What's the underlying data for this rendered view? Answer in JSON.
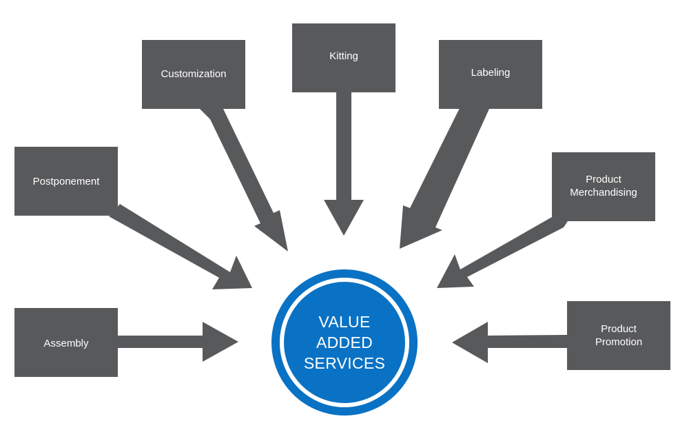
{
  "colors": {
    "box": "#58595b",
    "arrow": "#58595b",
    "center_fill": "#0a72c4",
    "center_ring": "#0a72c4",
    "text": "#ffffff"
  },
  "center": {
    "label": "VALUE\nADDED\nSERVICES"
  },
  "services": [
    {
      "id": "customization",
      "label": "Customization"
    },
    {
      "id": "kitting",
      "label": "Kitting"
    },
    {
      "id": "labeling",
      "label": "Labeling"
    },
    {
      "id": "postponement",
      "label": "Postponement"
    },
    {
      "id": "merchandising",
      "label": "Product\nMerchandising"
    },
    {
      "id": "assembly",
      "label": "Assembly"
    },
    {
      "id": "promotion",
      "label": "Product\nPromotion"
    }
  ]
}
